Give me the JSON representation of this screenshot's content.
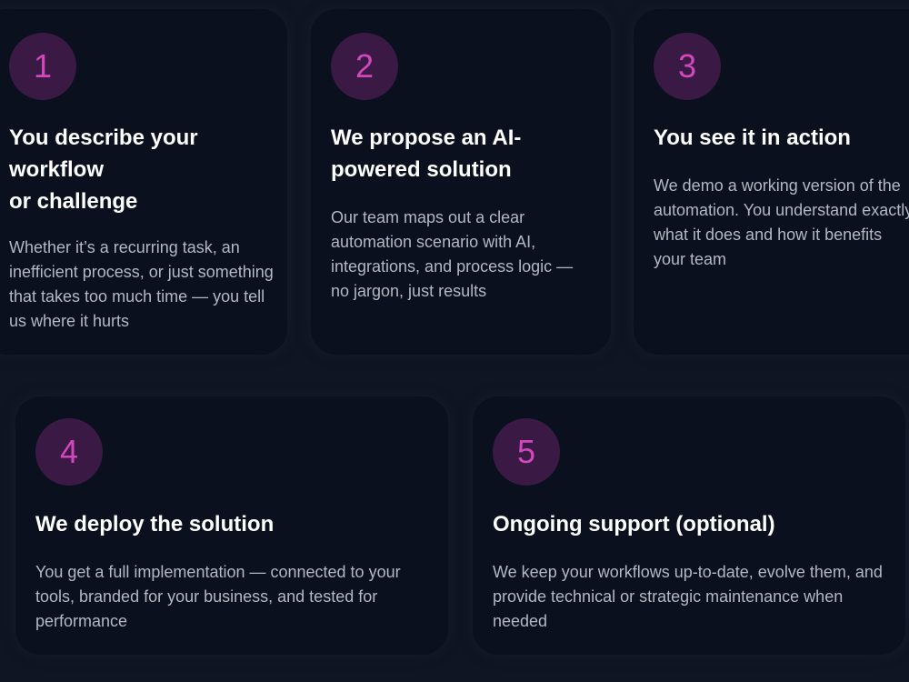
{
  "steps": [
    {
      "number": "1",
      "title": "You describe your\nworkflow\nor challenge",
      "description": "Whether it’s a recurring task, an inefficient process, or just something that takes too much time — you tell us where it hurts"
    },
    {
      "number": "2",
      "title": "We propose an AI-\npowered solution",
      "description": "Our team maps out a clear automation scenario with AI, integrations, and process logic — no jargon, just results"
    },
    {
      "number": "3",
      "title": "You see it in action",
      "description": "We demo a working version of the automation. You understand exactly what it does and how it benefits your team"
    },
    {
      "number": "4",
      "title": "We deploy the solution",
      "description": "You get a full implementation — connected to your tools, branded for your business, and tested for performance"
    },
    {
      "number": "5",
      "title": "Ongoing support (optional)",
      "description": "We keep your workflows up-to-date, evolve them, and provide technical or strategic maintenance when needed"
    }
  ],
  "colors": {
    "badge_background": "#3a1a44",
    "badge_text": "#d148bd",
    "card_background": "#0a101d",
    "page_background": "#0f1522"
  }
}
